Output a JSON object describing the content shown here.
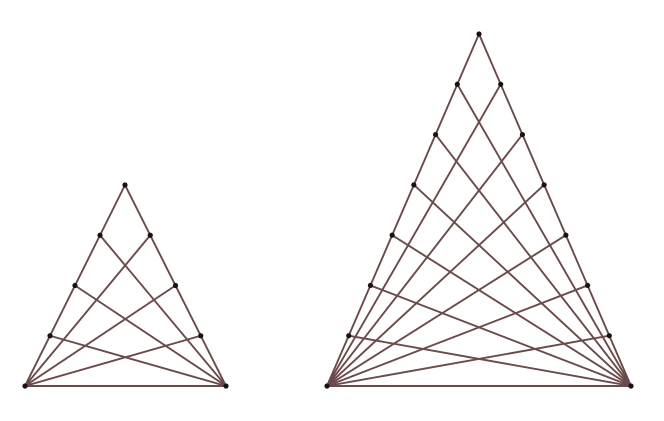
{
  "figure": {
    "line_color": "#6b4a4a",
    "point_color": "#1a1111",
    "triangles": [
      {
        "id": "small",
        "divisions_per_side": 4
      },
      {
        "id": "large",
        "divisions_per_side": 7
      }
    ]
  }
}
